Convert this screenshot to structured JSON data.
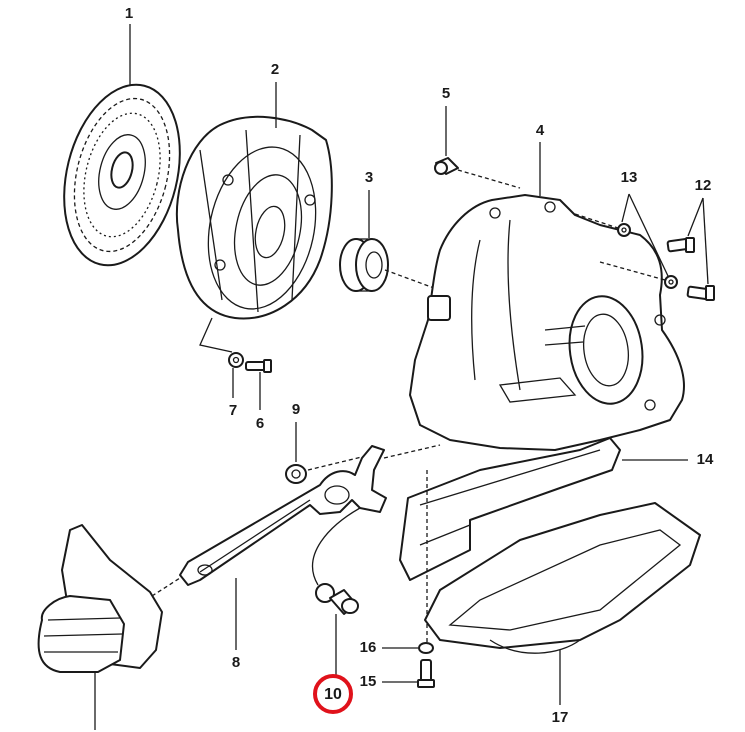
{
  "diagram": {
    "labels": {
      "l1": "1",
      "l2": "2",
      "l3": "3",
      "l4": "4",
      "l5": "5",
      "l6": "6",
      "l7": "7",
      "l8": "8",
      "l9": "9",
      "l10": "10",
      "l12": "12",
      "l13": "13",
      "l14": "14",
      "l15": "15",
      "l16": "16",
      "l17": "17"
    },
    "highlight_color": "#e0121b"
  }
}
